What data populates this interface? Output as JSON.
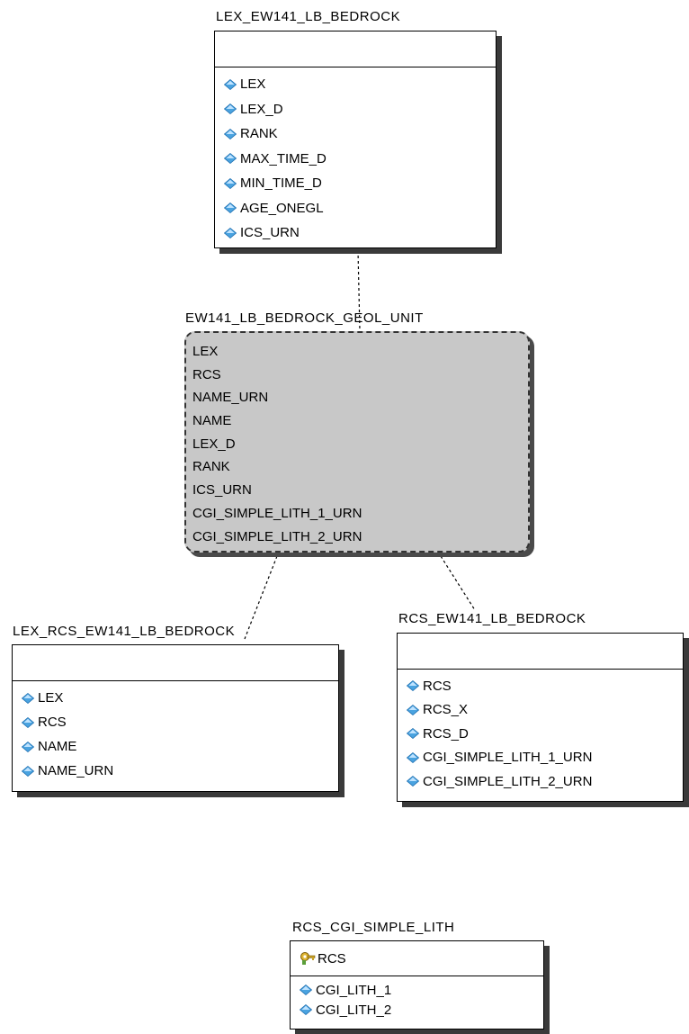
{
  "entities": {
    "lex": {
      "title": "LEX_EW141_LB_BEDROCK",
      "attributes": [
        "LEX",
        "LEX_D",
        "RANK",
        "MAX_TIME_D",
        "MIN_TIME_D",
        "AGE_ONEGL",
        "ICS_URN"
      ]
    },
    "view": {
      "title": "EW141_LB_BEDROCK_GEOL_UNIT",
      "attributes": [
        "LEX",
        "RCS",
        "NAME_URN",
        "NAME",
        "LEX_D",
        "RANK",
        "ICS_URN",
        "CGI_SIMPLE_LITH_1_URN",
        "CGI_SIMPLE_LITH_2_URN"
      ]
    },
    "lex_rcs": {
      "title": "LEX_RCS_EW141_LB_BEDROCK",
      "attributes": [
        "LEX",
        "RCS",
        "NAME",
        "NAME_URN"
      ]
    },
    "rcs": {
      "title": "RCS_EW141_LB_BEDROCK",
      "attributes": [
        "RCS",
        "RCS_X",
        "RCS_D",
        "CGI_SIMPLE_LITH_1_URN",
        "CGI_SIMPLE_LITH_2_URN"
      ]
    },
    "cgi": {
      "title": "RCS_CGI_SIMPLE_LITH",
      "key": "RCS",
      "attributes": [
        "CGI_LITH_1",
        "CGI_LITH_2"
      ]
    }
  },
  "colors": {
    "view_fill": "#c8c8c8",
    "attribute_icon": "#4aa3e0",
    "key_icon": "#c9a227"
  }
}
